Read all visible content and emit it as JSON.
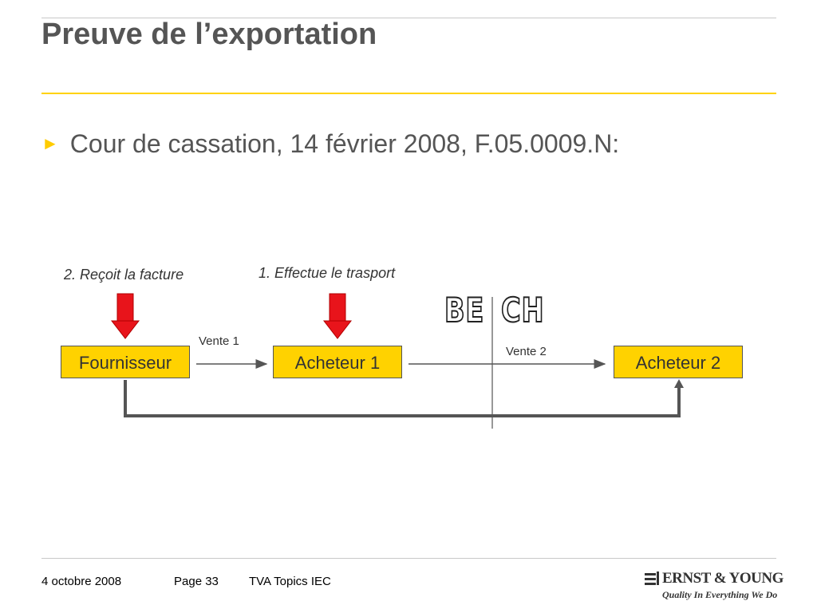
{
  "title": "Preuve de l’exportation",
  "bullet": "Cour de cassation, 14 février 2008, F.05.0009.N:",
  "diagram": {
    "nodes": {
      "fournisseur": "Fournisseur",
      "acheteur1": "Acheteur 1",
      "acheteur2": "Acheteur 2"
    },
    "notes": {
      "recoit": "2. Reçoit la facture",
      "effectue": "1. Effectue le trasport"
    },
    "edges": {
      "vente1": "Vente 1",
      "vente2": "Vente 2"
    },
    "countries": {
      "left": "BE",
      "right": "CH"
    }
  },
  "footer": {
    "date": "4 octobre 2008",
    "page": "Page 33",
    "topic": "TVA Topics IEC"
  },
  "logo": {
    "brand": "ERNST & YOUNG",
    "tagline": "Quality In Everything We Do"
  },
  "colors": {
    "accent": "#ffcc00",
    "box_fill": "#ffd200",
    "arrow_red": "#e8141b",
    "title_gray": "#555555"
  }
}
